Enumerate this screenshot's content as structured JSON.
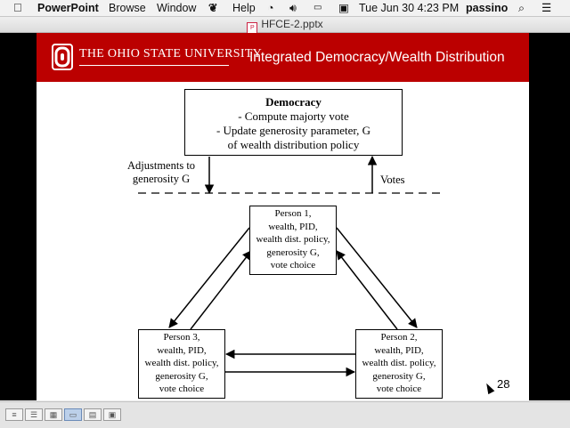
{
  "menubar": {
    "apple_icon": "apple-logo",
    "app_name": "PowerPoint",
    "menus": [
      "Browse",
      "Window",
      "Help"
    ],
    "script_icon": "script-menu-icon",
    "status_icons": [
      "wifi-icon",
      "volume-icon",
      "battery-icon",
      "trash-icon"
    ],
    "clock": "Tue Jun 30  4:23 PM",
    "user": "passino"
  },
  "window": {
    "title": "HFCE-2.pptx"
  },
  "slide": {
    "university": "THE OHIO STATE UNIVERSITY",
    "title": "Integrated Democracy/Wealth Distribution",
    "democracy": {
      "heading": "Democracy",
      "lines": [
        "- Compute majorty vote",
        "- Update generosity parameter, G",
        "of wealth distribution policy"
      ]
    },
    "adjust_label": [
      "Adjustments to",
      "generosity G"
    ],
    "votes_label": "Votes",
    "person1": [
      "Person 1,",
      "wealth, PID,",
      "wealth dist. policy,",
      "generosity G,",
      "vote choice"
    ],
    "person2": [
      "Person 2,",
      "wealth, PID,",
      "wealth dist. policy,",
      "generosity G,",
      "vote choice"
    ],
    "person3": [
      "Person 3,",
      "wealth, PID,",
      "wealth dist. policy,",
      "generosity G,",
      "vote choice"
    ],
    "page_number": "28"
  },
  "statusbar": {
    "view_buttons": [
      "normal-view",
      "outline-view",
      "slide-sorter-view",
      "notes-view",
      "reading-view",
      "slide-show-view"
    ],
    "active_view": "notes-view"
  },
  "colors": {
    "banner": "#bb0000"
  }
}
